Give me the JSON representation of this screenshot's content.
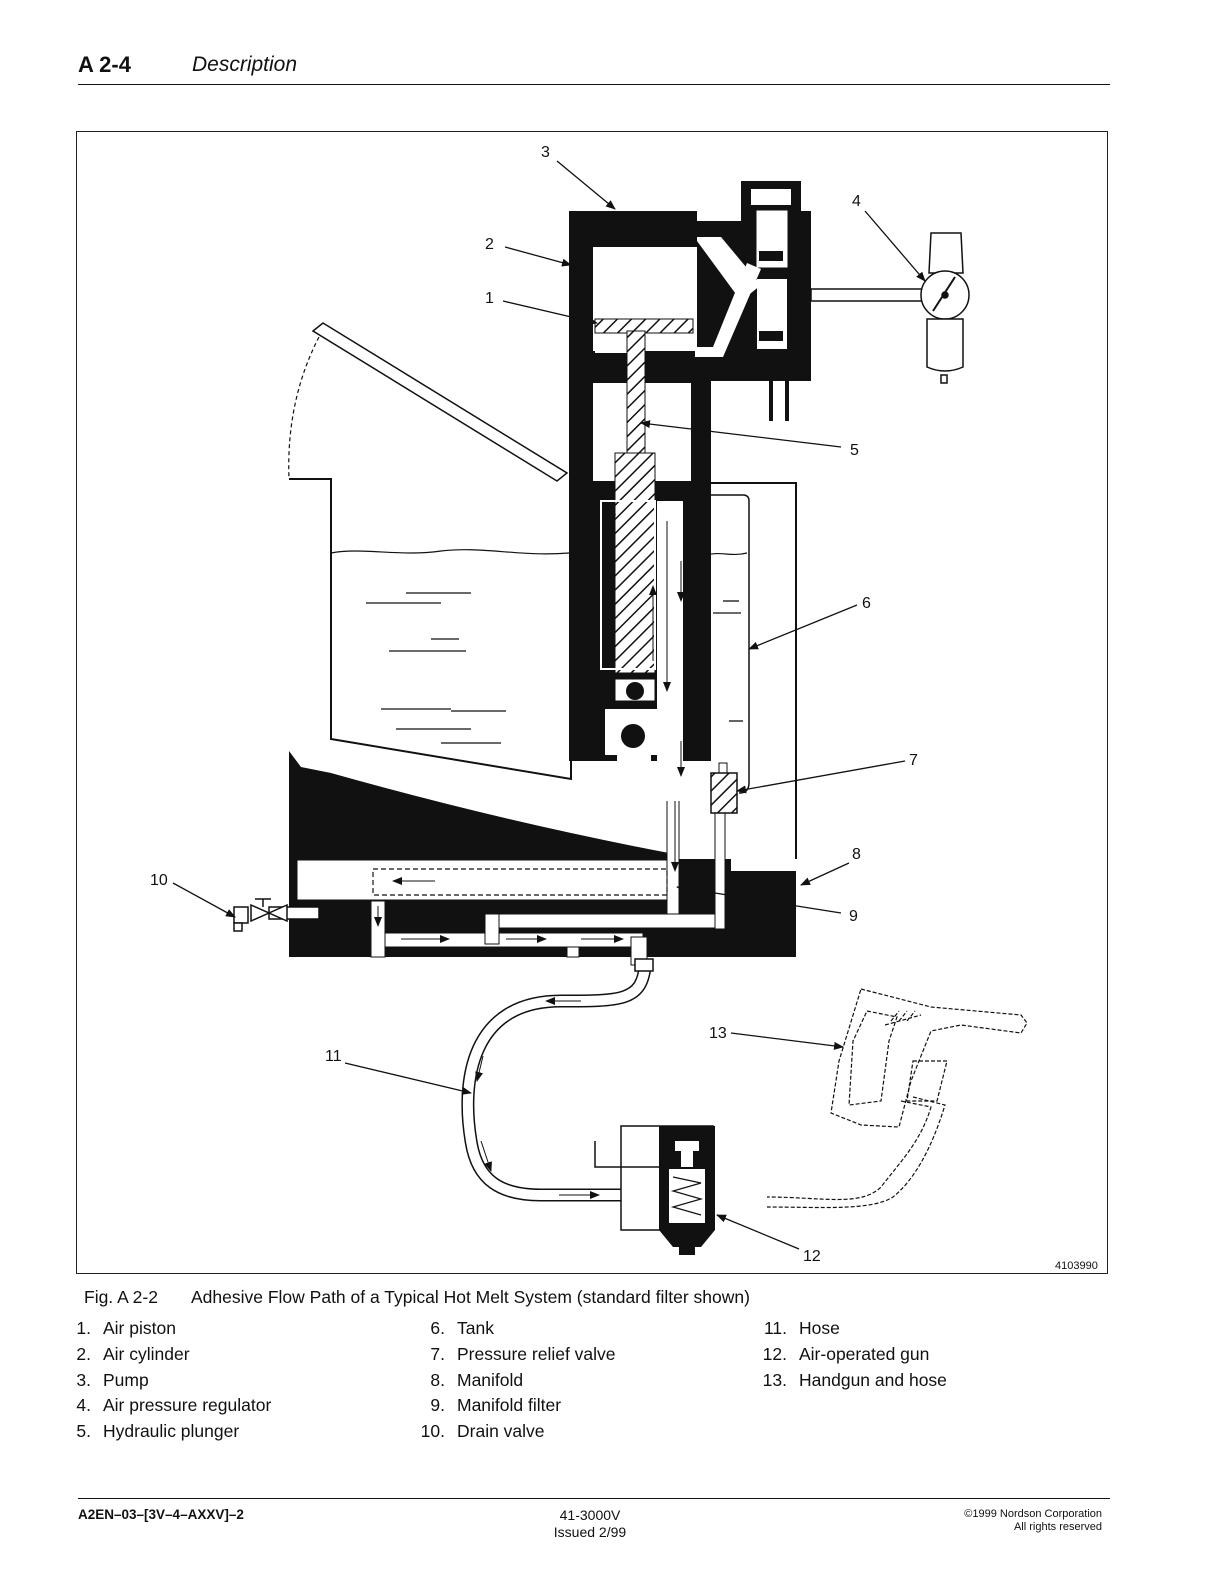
{
  "header": {
    "section": "A 2-4",
    "title": "Description"
  },
  "figure": {
    "callouts": {
      "c1": "1",
      "c2": "2",
      "c3": "3",
      "c4": "4",
      "c5": "5",
      "c6": "6",
      "c7": "7",
      "c8": "8",
      "c9": "9",
      "c10": "10",
      "c11": "11",
      "c12": "12",
      "c13": "13"
    },
    "drawing_number": "4103990"
  },
  "caption": {
    "number": "Fig. A 2-2",
    "text": "Adhesive Flow Path of a Typical Hot Melt System (standard filter shown)"
  },
  "legend": [
    {
      "num": "1.",
      "label": "Air piston"
    },
    {
      "num": "2.",
      "label": "Air cylinder"
    },
    {
      "num": "3.",
      "label": "Pump"
    },
    {
      "num": "4.",
      "label": "Air pressure regulator"
    },
    {
      "num": "5.",
      "label": "Hydraulic plunger"
    },
    {
      "num": "6.",
      "label": "Tank"
    },
    {
      "num": "7.",
      "label": "Pressure relief valve"
    },
    {
      "num": "8.",
      "label": "Manifold"
    },
    {
      "num": "9.",
      "label": "Manifold filter"
    },
    {
      "num": "10.",
      "label": "Drain valve"
    },
    {
      "num": "11.",
      "label": "Hose"
    },
    {
      "num": "12.",
      "label": "Air-operated gun"
    },
    {
      "num": "13.",
      "label": "Handgun and hose"
    }
  ],
  "footer": {
    "doc_code": "A2EN–03–[3V–4–AXXV]–2",
    "part_number": "41-3000V",
    "issued": "Issued 2/99",
    "copyright": "©1999 Nordson Corporation",
    "rights": "All rights reserved"
  }
}
